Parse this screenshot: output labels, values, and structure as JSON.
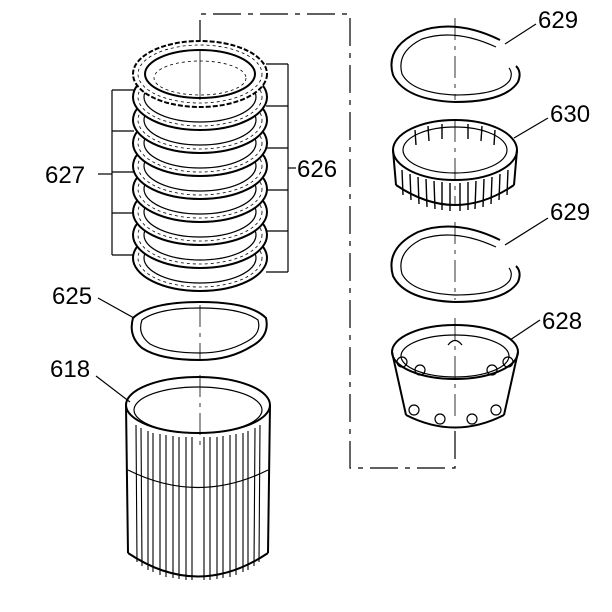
{
  "callouts": {
    "c627": "627",
    "c626": "626",
    "c625": "625",
    "c618": "618",
    "c629_top": "629",
    "c630": "630",
    "c629_mid": "629",
    "c628": "628"
  },
  "colors": {
    "line": "#000000",
    "background": "#ffffff"
  }
}
